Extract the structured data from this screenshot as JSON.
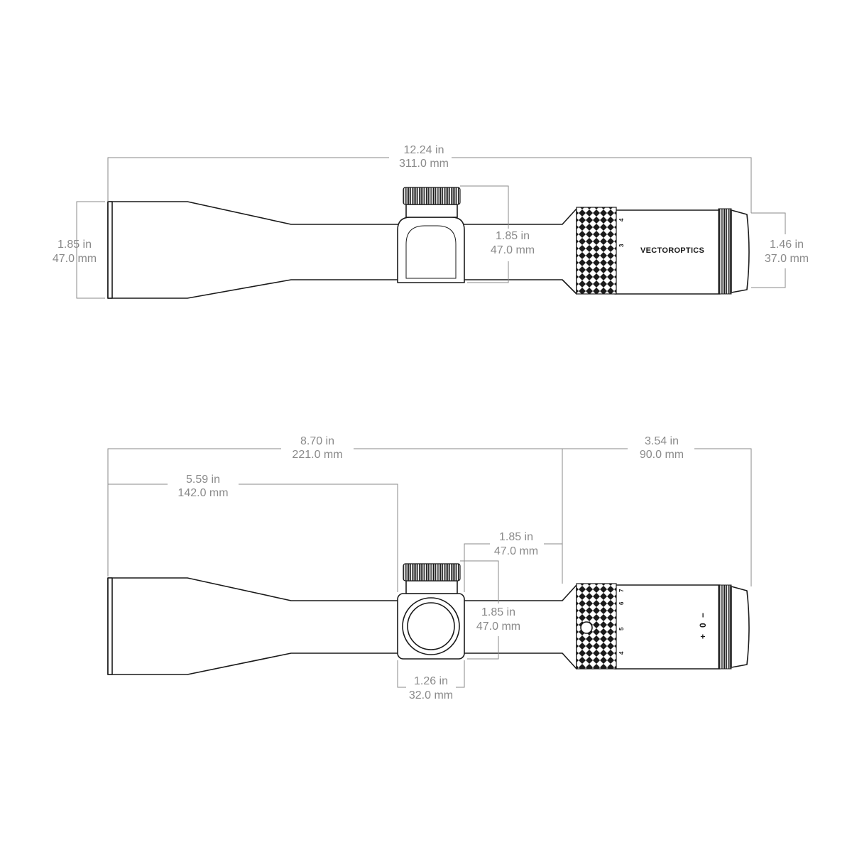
{
  "brand": "VECTOROPTICS",
  "top_view": {
    "overall_length": {
      "in": "12.24 in",
      "mm": "311.0 mm"
    },
    "objective_diameter": {
      "in": "1.85 in",
      "mm": "47.0 mm"
    },
    "turret_height": {
      "in": "1.85 in",
      "mm": "47.0 mm"
    },
    "eyepiece_diameter": {
      "in": "1.46 in",
      "mm": "37.0 mm"
    },
    "mag_scale": [
      "4",
      "3"
    ]
  },
  "side_view": {
    "front_length": {
      "in": "8.70 in",
      "mm": "221.0 mm"
    },
    "rear_length": {
      "in": "3.54 in",
      "mm": "90.0 mm"
    },
    "objective_to_turret": {
      "in": "5.59 in",
      "mm": "142.0 mm"
    },
    "turret_offset": {
      "in": "1.85 in",
      "mm": "47.0 mm"
    },
    "turret_height": {
      "in": "1.85 in",
      "mm": "47.0 mm"
    },
    "tube_diameter": {
      "in": "1.26 in",
      "mm": "32.0 mm"
    },
    "mag_scale": [
      "7",
      "6",
      "5",
      "4"
    ],
    "diopter_marks": [
      "+",
      "0",
      "−"
    ]
  }
}
